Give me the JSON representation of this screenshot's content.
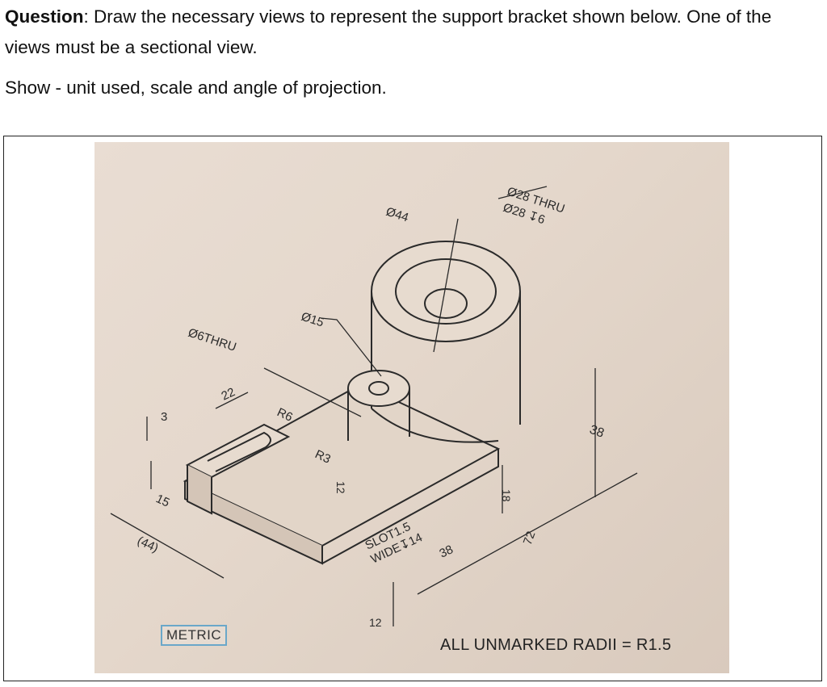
{
  "question": {
    "label": "Question",
    "text": ": Draw the necessary views to represent the support bracket shown below. One of the views must be a sectional view."
  },
  "instruction": "Show - unit used, scale and angle of projection.",
  "drawing": {
    "units_box": "METRIC",
    "note": "ALL UNMARKED RADII = R1.5",
    "dims": {
      "d44": "Ø44",
      "d28": "Ø28 THRU",
      "d28b": "Ø28 ↧6",
      "d15": "Ø15",
      "d6": "Ø6THRU",
      "d22": "22",
      "d3": "3",
      "d15b": "15",
      "d44b": "(44)",
      "r6": "R6",
      "r3": "R3",
      "d12": "12",
      "slot1": "SLOT1.5",
      "slot2": "WIDE↧14",
      "d38a": "38",
      "d38b": "38",
      "d18": "18",
      "d72": "72",
      "d12b": "12"
    }
  },
  "colors": {
    "paper": "#e6d9cd",
    "ink": "#2a2a2a",
    "metric_border": "#6aa7c9"
  }
}
